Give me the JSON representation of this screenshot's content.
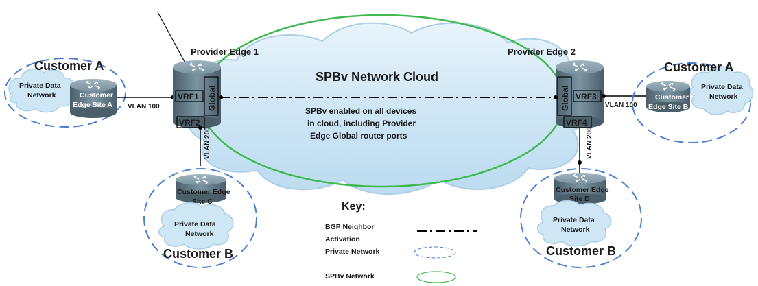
{
  "cloud": {
    "title": "SPBv Network Cloud",
    "desc_lines": [
      "SPBv enabled on all devices",
      "in cloud, including Provider",
      "Edge Global router ports"
    ]
  },
  "provider_edges": [
    {
      "label": "Provider Edge 1",
      "global_label": "Global",
      "vrfs": [
        "VRF1",
        "VRF2"
      ]
    },
    {
      "label": "Provider Edge 2",
      "global_label": "Global",
      "vrfs": [
        "VRF3",
        "VRF4"
      ]
    }
  ],
  "sites": [
    {
      "customer": "Customer A",
      "network_lines": [
        "Private Data",
        "Network"
      ],
      "edge_lines": [
        "Customer",
        "Edge Site A"
      ],
      "vlan": "VLAN 100"
    },
    {
      "customer": "Customer B",
      "network_lines": [
        "Private Data",
        "Network"
      ],
      "edge_lines": [
        "Customer Edge",
        "Site C"
      ],
      "vlan": "VLAN 200"
    },
    {
      "customer": "Customer A",
      "network_lines": [
        "Private Data",
        "Network"
      ],
      "edge_lines": [
        "Customer",
        "Edge Site B"
      ],
      "vlan": "VLAN 100"
    },
    {
      "customer": "Customer B",
      "network_lines": [
        "Private Data",
        "Network"
      ],
      "edge_lines": [
        "Customer Edge",
        "Site D"
      ],
      "vlan": "VLAN 200"
    }
  ],
  "key": {
    "title": "Key:",
    "items": [
      {
        "label_lines": [
          "BGP Neighbor",
          "Activation"
        ],
        "symbol": "dash-dot-line"
      },
      {
        "label_lines": [
          "Private Network"
        ],
        "symbol": "dashed-blue-ellipse"
      },
      {
        "label_lines": [
          "SPBv Network"
        ],
        "symbol": "green-ellipse"
      }
    ]
  },
  "colors": {
    "cloud_fill": "#cfe6f5",
    "cloud_stroke": "#a9cfe8",
    "spbv_green": "#3fb950",
    "private_blue": "#4a7fd0",
    "router_body": "#5f7582",
    "router_top": "#8ea6b3",
    "vrf_box": "#2f3b44"
  },
  "icons": [
    "router-icon",
    "cloud-icon"
  ]
}
